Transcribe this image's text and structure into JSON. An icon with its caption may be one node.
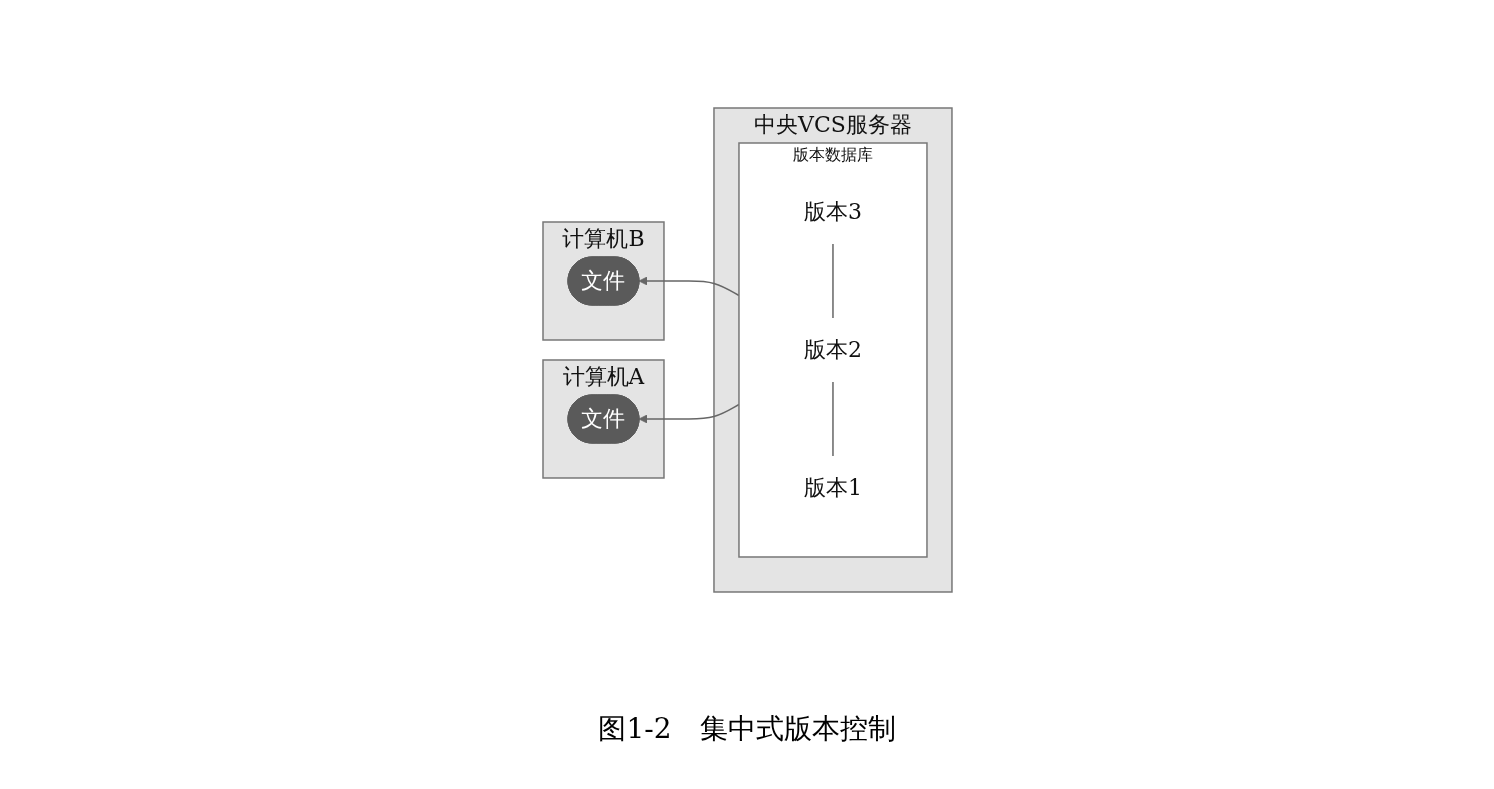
{
  "diagram": {
    "caption": "图1-2　集中式版本控制",
    "nodes": [
      {
        "text": [
          "计算机A"
        ]
      },
      {
        "text": [
          "文件"
        ],
        "in": 0
      },
      {
        "text": [
          "计算机B"
        ]
      },
      {
        "text": [
          "文件"
        ],
        "in": 2
      },
      {
        "text": [
          "中央VCS服务器"
        ]
      },
      {
        "text": [
          "版本数据库"
        ],
        "in": 4
      },
      {
        "text": [
          "版本3"
        ],
        "in": 5
      },
      {
        "text": [
          "版本2"
        ],
        "in": 5
      },
      {
        "text": [
          "版本1"
        ],
        "in": 5
      }
    ],
    "edges": [
      {
        "from": 5,
        "to": 1,
        "arrow": "to"
      },
      {
        "from": 5,
        "to": 3,
        "arrow": "to"
      },
      {
        "from": 6,
        "to": 7,
        "arrow": "none"
      },
      {
        "from": 7,
        "to": 8,
        "arrow": "none"
      }
    ]
  }
}
